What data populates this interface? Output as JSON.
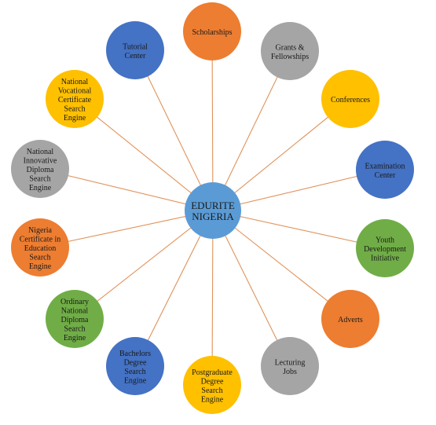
{
  "diagram": {
    "center": {
      "lines": [
        "EDURITE",
        "NIGERIA"
      ],
      "color": "#5b9bd5"
    },
    "connector_color": "#e0925a",
    "nodes": [
      {
        "id": "scholarships",
        "lines": [
          "Scholarships"
        ],
        "color": "#ed7d31"
      },
      {
        "id": "grants",
        "lines": [
          "Grants &",
          "Fellowships"
        ],
        "color": "#a5a5a5"
      },
      {
        "id": "conferences",
        "lines": [
          "Conferences"
        ],
        "color": "#ffc000"
      },
      {
        "id": "examination",
        "lines": [
          "Examination",
          "Center"
        ],
        "color": "#4472c4"
      },
      {
        "id": "youth",
        "lines": [
          "Youth",
          "Development",
          "Initiative"
        ],
        "color": "#70ad47"
      },
      {
        "id": "adverts",
        "lines": [
          "Adverts"
        ],
        "color": "#ed7d31"
      },
      {
        "id": "lecturing",
        "lines": [
          "Lecturing",
          "Jobs"
        ],
        "color": "#a5a5a5"
      },
      {
        "id": "postgraduate",
        "lines": [
          "Postgraduate",
          "Degree",
          "Search",
          "Engine"
        ],
        "color": "#ffc000"
      },
      {
        "id": "bachelors",
        "lines": [
          "Bachelors",
          "Degree",
          "Search",
          "Engine"
        ],
        "color": "#4472c4"
      },
      {
        "id": "ond",
        "lines": [
          "Ordinary",
          "National",
          "Diploma",
          "Search",
          "Engine"
        ],
        "color": "#70ad47"
      },
      {
        "id": "nce",
        "lines": [
          "Nigeria",
          "Certificate in",
          "Education",
          "Search",
          "Engine"
        ],
        "color": "#ed7d31"
      },
      {
        "id": "nid",
        "lines": [
          "National",
          "Innovative",
          "Diploma",
          "Search",
          "Engine"
        ],
        "color": "#a5a5a5"
      },
      {
        "id": "nvc",
        "lines": [
          "National",
          "Vocational",
          "Certificate",
          "Search",
          "Engine"
        ],
        "color": "#ffc000"
      },
      {
        "id": "tutorial",
        "lines": [
          "Tutorial",
          "Center"
        ],
        "color": "#4472c4"
      }
    ]
  }
}
